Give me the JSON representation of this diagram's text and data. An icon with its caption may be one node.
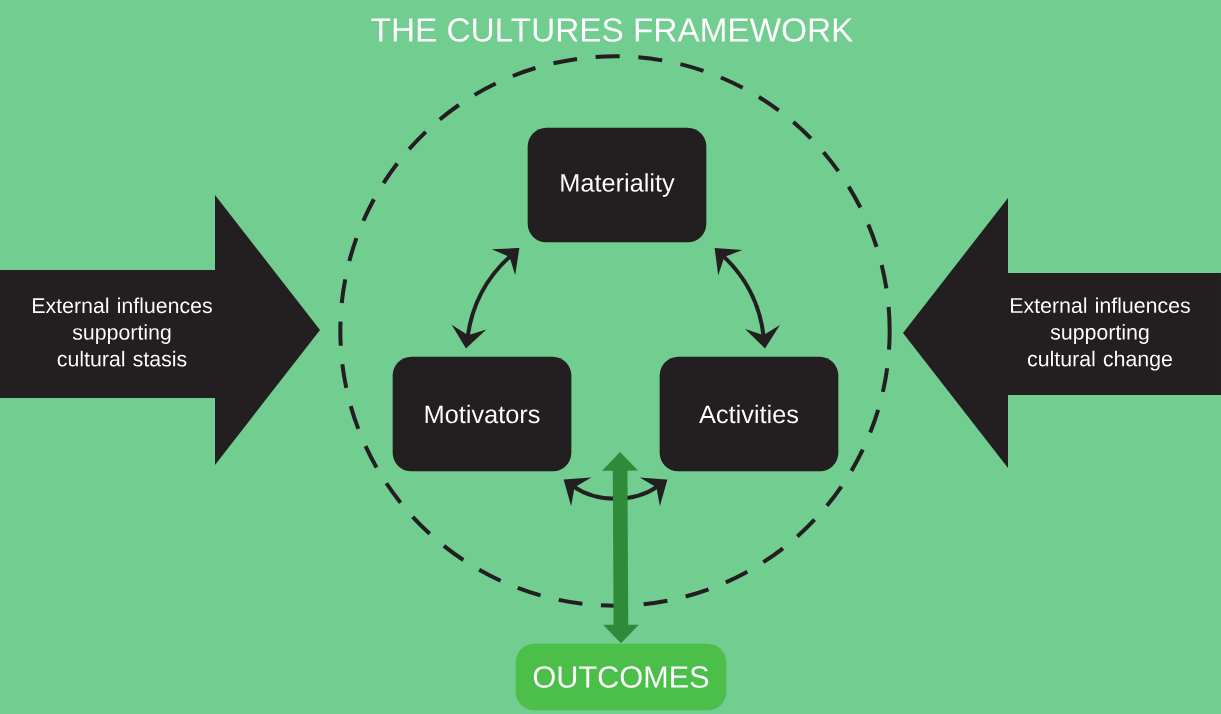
{
  "diagram": {
    "title": "THE CULTURES FRAMEWORK",
    "nodes": [
      {
        "text": [],
        "shape": "circle"
      },
      {
        "text": [
          "Materiality"
        ],
        "in": 0
      },
      {
        "text": [
          "Motivators"
        ],
        "in": 0
      },
      {
        "text": [
          "Activities"
        ],
        "in": 0
      },
      {
        "text": [
          "External influences supporting cultural stasis"
        ]
      },
      {
        "text": [
          "External influences supporting cultural change"
        ]
      },
      {
        "text": [
          "OUTCOMES"
        ]
      }
    ],
    "edges": [
      {
        "from": 1,
        "to": 2,
        "arrow": "both"
      },
      {
        "from": 1,
        "to": 3,
        "arrow": "both"
      },
      {
        "from": 2,
        "to": 3,
        "arrow": "both"
      },
      {
        "from": null,
        "to": 6,
        "arrow": "both",
        "style": "thick",
        "color": "#2f8a3a"
      }
    ]
  }
}
